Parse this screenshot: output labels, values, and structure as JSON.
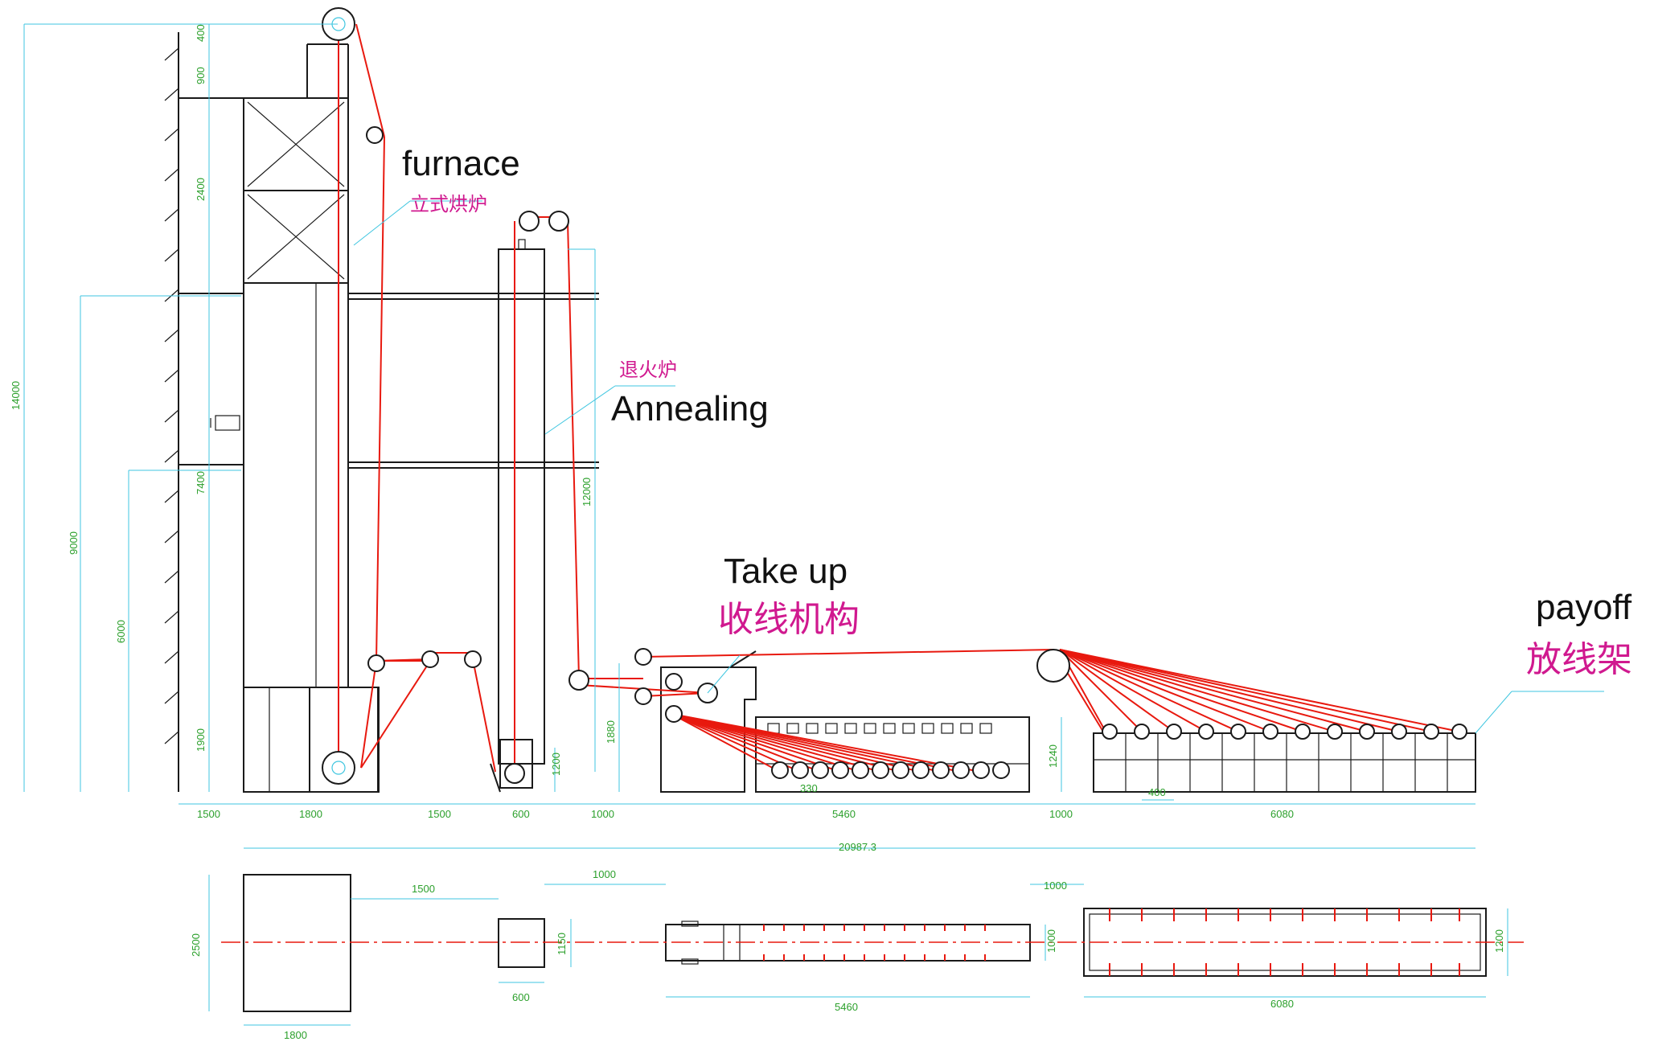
{
  "labels": {
    "furnace_en": "furnace",
    "furnace_cn": "立式烘炉",
    "annealing_en": "Annealing",
    "annealing_cn": "退火炉",
    "takeup_en": "Take up",
    "takeup_cn": "收线机构",
    "payoff_en": "payoff",
    "payoff_cn": "放线架"
  },
  "dims": {
    "total_height": "14000",
    "h_9000": "9000",
    "h_6000": "6000",
    "h_7400": "7400",
    "h_1900": "1900",
    "h_2400": "2400",
    "h_900": "900",
    "h_400": "400",
    "h_12000": "12000",
    "h_1200": "1200",
    "h_1880": "1880",
    "h_1240": "1240",
    "w_1500_a": "1500",
    "w_1800_a": "1800",
    "w_1500_b": "1500",
    "w_600_a": "600",
    "w_1000_a": "1000",
    "w_5460_a": "5460",
    "w_1000_b": "1000",
    "w_6080_a": "6080",
    "w_400": "400",
    "w_330": "330",
    "total_length": "20987.3",
    "plan_2500": "2500",
    "plan_1500": "1500",
    "plan_1000_a": "1000",
    "plan_1150": "1150",
    "plan_600": "600",
    "plan_1800": "1800",
    "plan_1000_b": "1000",
    "plan_1000_c": "1000",
    "plan_5460": "5460",
    "plan_6080": "6080",
    "plan_1200": "1200"
  },
  "colors": {
    "wire": "#e8190f",
    "dimension": "#3fc6e0",
    "dimension_text": "#2ca02c",
    "chinese_label": "#d0198f"
  }
}
